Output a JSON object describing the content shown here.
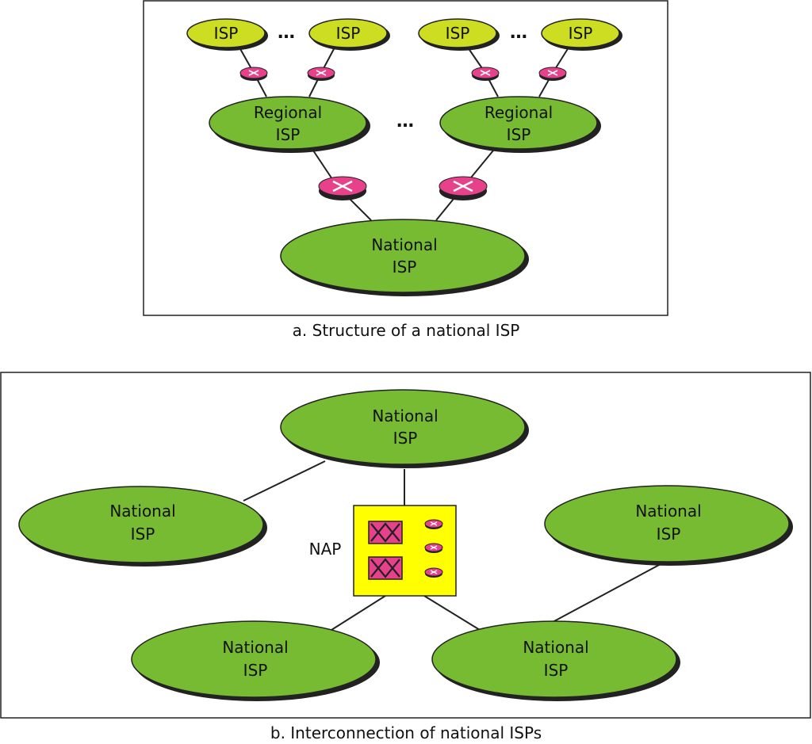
{
  "panel_a": {
    "isp_label": "ISP",
    "regional_line1": "Regional",
    "regional_line2": "ISP",
    "national_line1": "National",
    "national_line2": "ISP",
    "ellipsis": "…",
    "caption": "a. Structure of a national ISP"
  },
  "panel_b": {
    "national_line1": "National",
    "national_line2": "ISP",
    "nap_label": "NAP",
    "caption": "b. Interconnection of national ISPs"
  },
  "colors": {
    "isp_fill": "#ccdd22",
    "national_fill": "#77bb33",
    "router_fill": "#e8418c",
    "nap_fill": "#ffff00"
  }
}
